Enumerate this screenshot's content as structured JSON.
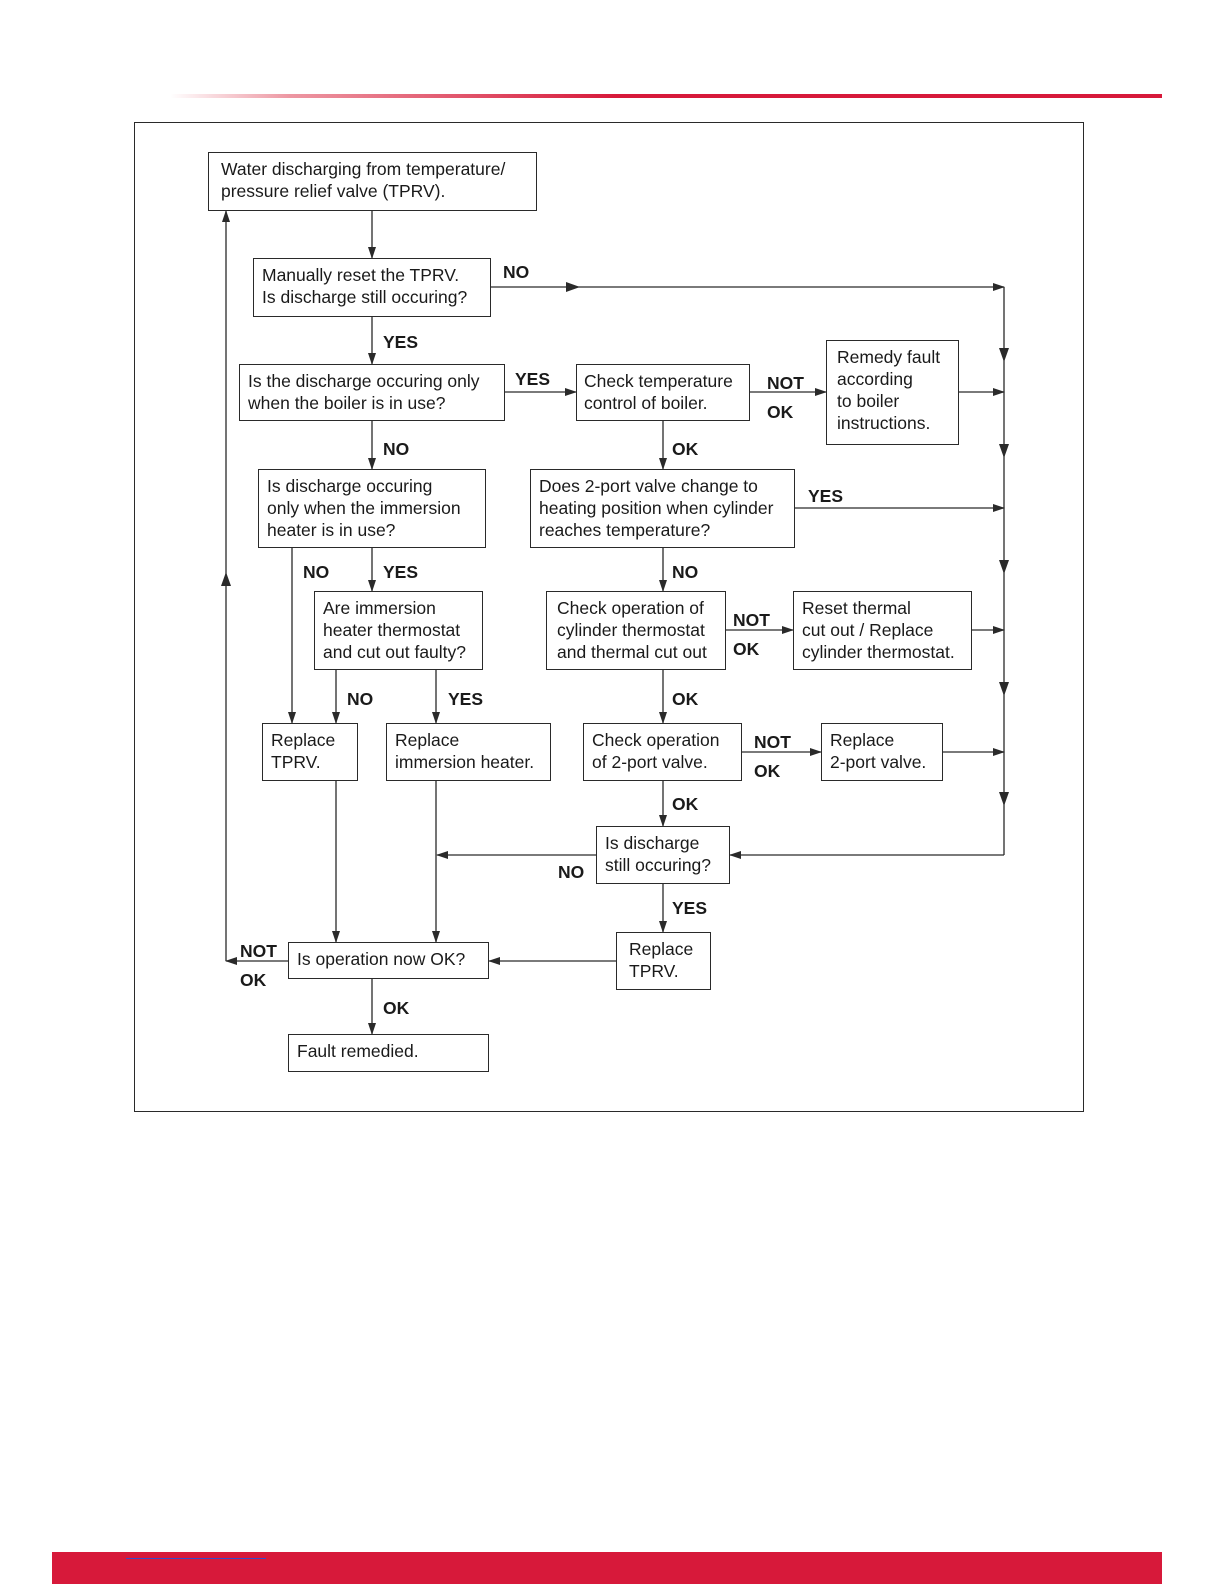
{
  "nodes": {
    "start": "Water discharging from temperature/\npressure relief valve (TPRV).",
    "reset": "Manually reset the TPRV.\nIs discharge still occuring?",
    "boiler_q": "Is the discharge occuring only\nwhen the boiler is in use?",
    "check_temp": "Check temperature\ncontrol of boiler.",
    "remedy": "Remedy fault\naccording\nto boiler\ninstructions.",
    "immersion_q": "Is discharge occuring\nonly when the immersion\nheater is in use?",
    "valve_q": "Does 2-port valve change to\nheating position when cylinder\nreaches temperature?",
    "thermo_q": "Are immersion\nheater thermostat\nand cut out faulty?",
    "check_cyl": "Check operation of\ncylinder thermostat\nand thermal cut out",
    "reset_thermal": "Reset thermal\ncut out / Replace\ncylinder thermostat.",
    "replace_tprv_1": "Replace\nTPRV.",
    "replace_immersion": "Replace\nimmersion heater.",
    "check_valve": "Check operation\nof 2-port valve.",
    "replace_valve": "Replace\n2-port valve.",
    "still_q": "Is discharge\nstill occuring?",
    "replace_tprv_2": "Replace\nTPRV.",
    "op_ok_q": "Is operation now OK?",
    "remedied": "Fault remedied."
  },
  "labels": {
    "reset_no": "NO",
    "reset_yes": "YES",
    "boiler_yes": "YES",
    "boiler_no": "NO",
    "temp_not_ok": "NOT\nOK",
    "temp_ok": "OK",
    "valve_yes": "YES",
    "valve_no": "NO",
    "immersion_no": "NO",
    "immersion_yes": "YES",
    "cyl_not_ok": "NOT\nOK",
    "cyl_ok": "OK",
    "thermo_no": "NO",
    "thermo_yes": "YES",
    "check_valve_not_ok": "NOT\nOK",
    "check_valve_ok": "OK",
    "still_no": "NO",
    "still_yes": "YES",
    "op_not_ok": "NOT\nOK",
    "op_ok": "OK"
  },
  "colors": {
    "accent_red": "#d7193a",
    "line": "#2a2a2a"
  }
}
